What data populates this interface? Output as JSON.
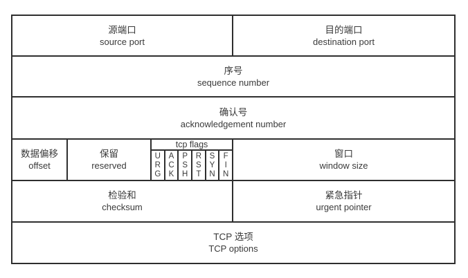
{
  "colors": {
    "background": "#ffffff",
    "border": "#2e2e2e",
    "text": "#3a3a3a"
  },
  "fields": {
    "source_port": {
      "zh": "源端口",
      "en": "source port"
    },
    "destination_port": {
      "zh": "目的端口",
      "en": "destination port"
    },
    "sequence_number": {
      "zh": "序号",
      "en": "sequence number"
    },
    "acknowledgement_number": {
      "zh": "确认号",
      "en": "acknowledgement number"
    },
    "offset": {
      "zh": "数据偏移",
      "en": "offset"
    },
    "reserved": {
      "zh": "保留",
      "en": "reserved"
    },
    "tcp_flags": {
      "label": "tcp flags",
      "flags": [
        "URG",
        "ACK",
        "PSH",
        "RST",
        "SYN",
        "FIN"
      ]
    },
    "window_size": {
      "zh": "窗口",
      "en": "window size"
    },
    "checksum": {
      "zh": "检验和",
      "en": "checksum"
    },
    "urgent_pointer": {
      "zh": "紧急指针",
      "en": "urgent pointer"
    },
    "tcp_options": {
      "zh": "TCP 选项",
      "en": "TCP options"
    }
  }
}
